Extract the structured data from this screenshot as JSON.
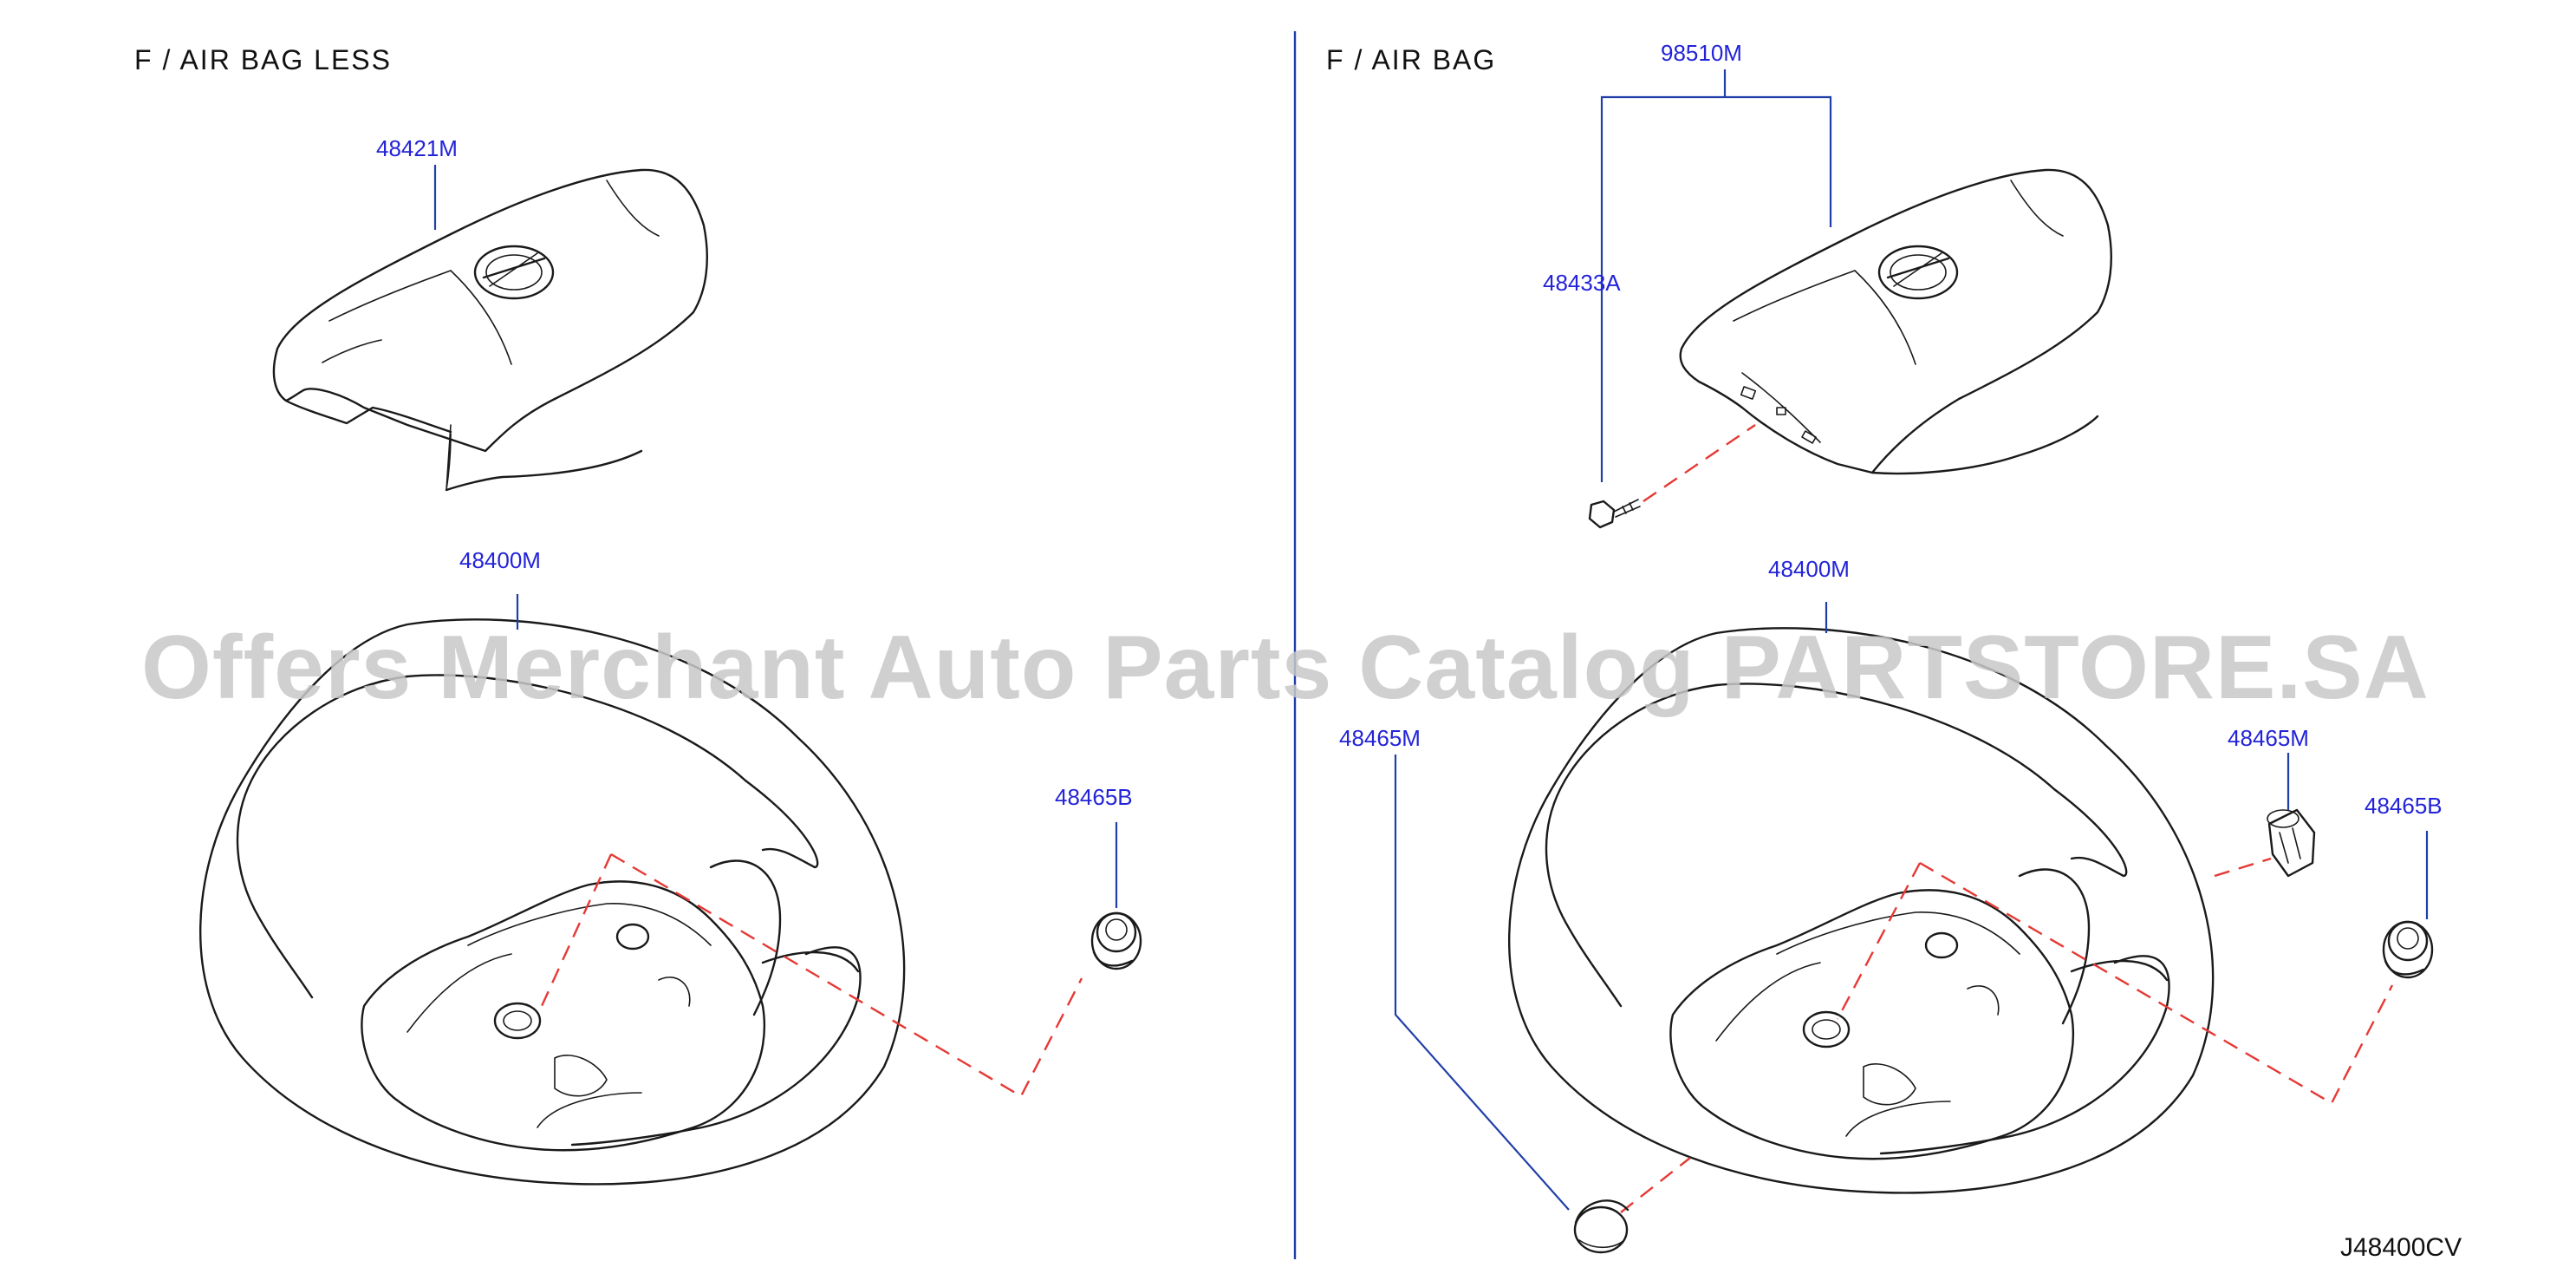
{
  "sections": {
    "left_title": "F  /  AIR  BAG  LESS",
    "right_title": "F  /  AIR  BAG"
  },
  "parts": {
    "left_pad": "48421M",
    "left_wheel": "48400M",
    "left_plug": "48465B",
    "right_assy": "98510M",
    "right_bolt": "48433A",
    "right_wheel": "48400M",
    "right_cap_left": "48465M",
    "right_cap_right": "48465M",
    "right_plug": "48465B"
  },
  "watermark": "Offers Merchant Auto Parts Catalog PARTSTORE.SA",
  "diagram_code": "J48400CV",
  "colors": {
    "part_number": "#2323d8",
    "leader": "#1f3fa8",
    "hidden_line": "#e53935"
  }
}
